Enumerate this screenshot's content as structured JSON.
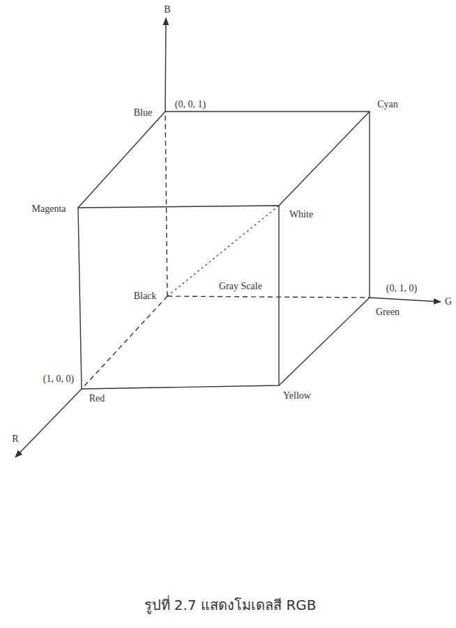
{
  "diagram": {
    "caption": "รูปที่ 2.7 แสดงโมเดลสี RGB",
    "labels": [
      "B",
      "(0, 0, 1)",
      "Blue",
      "Cyan",
      "Magenta",
      "White",
      "Gray Scale",
      "Black",
      "(0, 1, 0)",
      "G",
      "Green",
      "(1, 0, 0)",
      "Red",
      "Yellow",
      "R"
    ]
  }
}
